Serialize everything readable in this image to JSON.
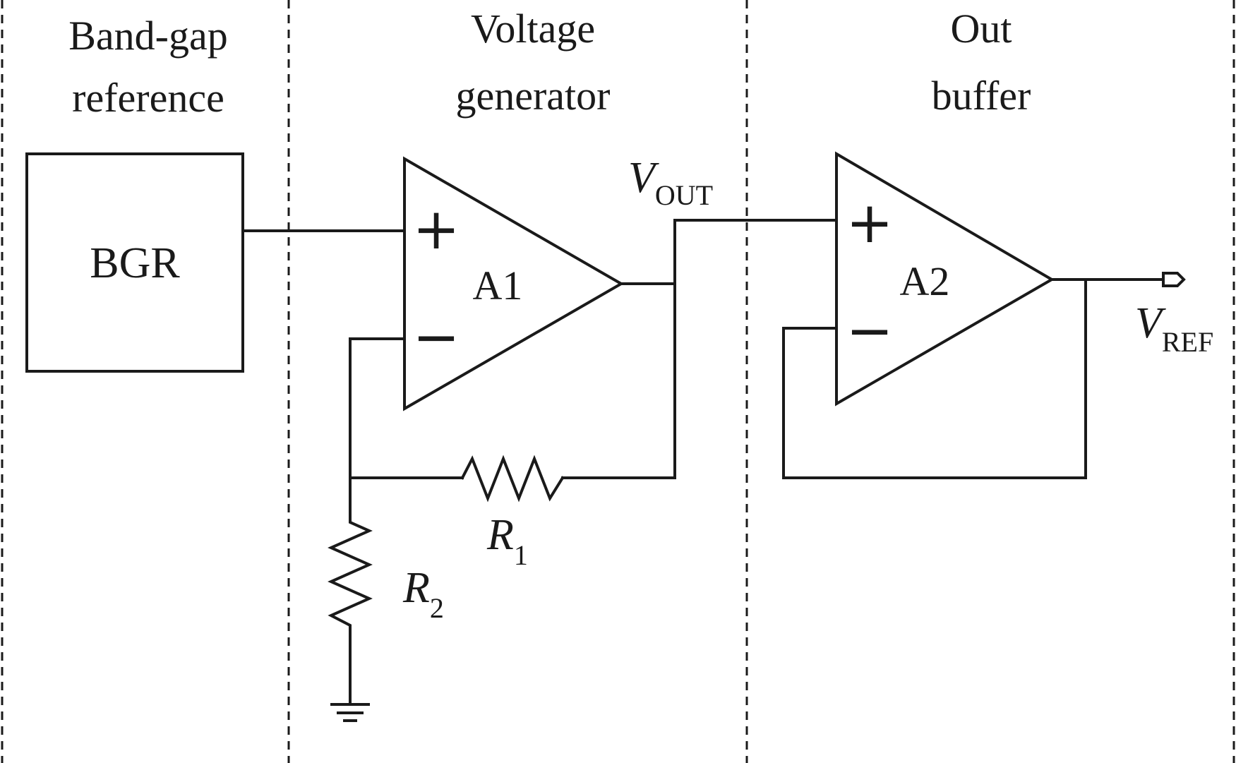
{
  "sections": {
    "bandgap": {
      "line1": "Band-gap",
      "line2": "reference"
    },
    "voltage_generator": {
      "line1": "Voltage",
      "line2": "generator"
    },
    "out_buffer": {
      "line1": "Out",
      "line2": "buffer"
    }
  },
  "components": {
    "bgr_label": "BGR",
    "amp1_label": "A1",
    "amp2_label": "A2",
    "plus_sign": "+",
    "minus_sign": "−"
  },
  "signals": {
    "vout": {
      "main": "V",
      "sub": "OUT"
    },
    "vref": {
      "main": "V",
      "sub": "REF"
    }
  },
  "resistors": {
    "r1": {
      "main": "R",
      "sub": "1"
    },
    "r2": {
      "main": "R",
      "sub": "2"
    }
  }
}
